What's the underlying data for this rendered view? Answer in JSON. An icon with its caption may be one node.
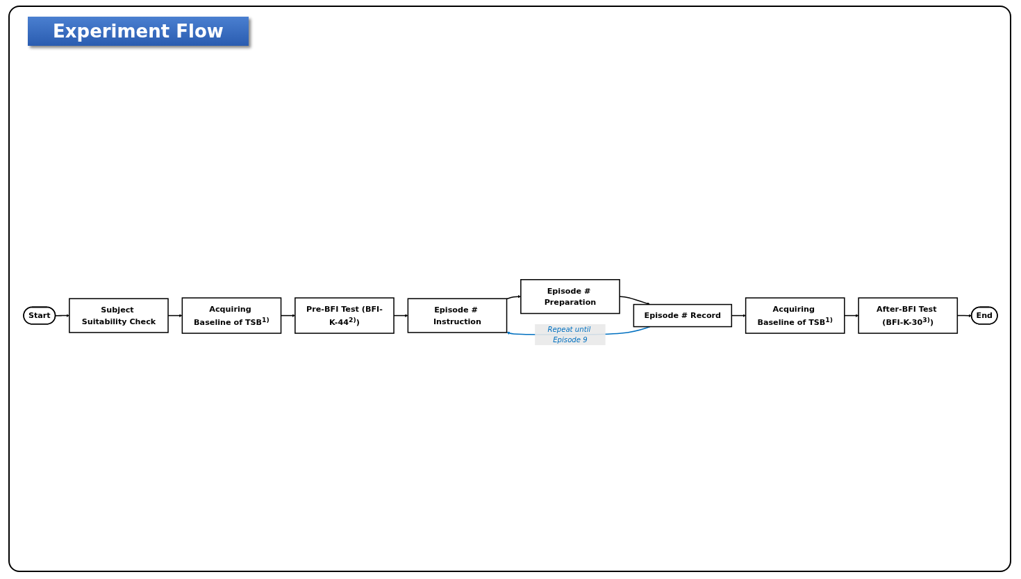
{
  "diagram": {
    "title": "Experiment Flow",
    "nodes": [
      {
        "text": [
          "Start"
        ]
      },
      {
        "text": [
          "Subject Suitability Check"
        ]
      },
      {
        "text": [
          "Acquiring Baseline of TSB$^{1)}$"
        ]
      },
      {
        "text": [
          "Pre-BFI Test (BFI-K-44$^{2)}$)"
        ]
      },
      {
        "text": [
          "Episode # Instruction"
        ]
      },
      {
        "text": [
          "Episode # Preparation"
        ]
      },
      {
        "text": [
          "Episode # Record"
        ]
      },
      {
        "text": [
          "Acquiring Baseline of TSB$^{1)}$"
        ]
      },
      {
        "text": [
          "After-BFI Test (BFI-K-30$^{3)}$)"
        ]
      },
      {
        "text": [
          "End"
        ]
      }
    ],
    "edges": [
      {
        "from": 0,
        "to": 1,
        "arrow": "to"
      },
      {
        "from": 1,
        "to": 2,
        "arrow": "to"
      },
      {
        "from": 2,
        "to": 3,
        "arrow": "to"
      },
      {
        "from": 3,
        "to": 4,
        "arrow": "to"
      },
      {
        "from": 4,
        "to": 5,
        "arrow": "to"
      },
      {
        "from": 5,
        "to": 6,
        "arrow": "to"
      },
      {
        "from": 6,
        "to": 4,
        "arrow": "to",
        "label": "Repeat until Episode 9",
        "color": "#0070c0"
      },
      {
        "from": 6,
        "to": 7,
        "arrow": "to"
      },
      {
        "from": 7,
        "to": 8,
        "arrow": "to"
      },
      {
        "from": 8,
        "to": 9,
        "arrow": "to"
      }
    ]
  }
}
